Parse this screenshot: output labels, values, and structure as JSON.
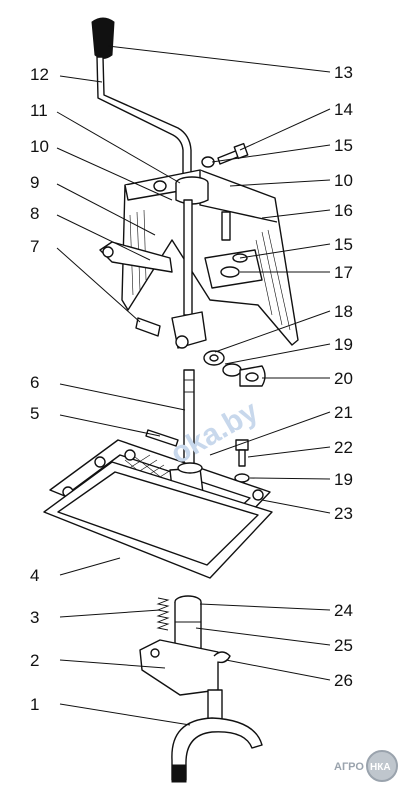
{
  "diagram": {
    "callouts": [
      {
        "id": "13",
        "text": "13"
      },
      {
        "id": "12",
        "text": "12"
      },
      {
        "id": "14",
        "text": "14"
      },
      {
        "id": "11",
        "text": "11"
      },
      {
        "id": "15a",
        "text": "15"
      },
      {
        "id": "10l",
        "text": "10"
      },
      {
        "id": "10r",
        "text": "10"
      },
      {
        "id": "9",
        "text": "9"
      },
      {
        "id": "16",
        "text": "16"
      },
      {
        "id": "8",
        "text": "8"
      },
      {
        "id": "15b",
        "text": "15"
      },
      {
        "id": "7",
        "text": "7"
      },
      {
        "id": "17",
        "text": "17"
      },
      {
        "id": "18",
        "text": "18"
      },
      {
        "id": "19a",
        "text": "19"
      },
      {
        "id": "6",
        "text": "6"
      },
      {
        "id": "20",
        "text": "20"
      },
      {
        "id": "5",
        "text": "5"
      },
      {
        "id": "21",
        "text": "21"
      },
      {
        "id": "22",
        "text": "22"
      },
      {
        "id": "19b",
        "text": "19"
      },
      {
        "id": "23",
        "text": "23"
      },
      {
        "id": "4",
        "text": "4"
      },
      {
        "id": "3",
        "text": "3"
      },
      {
        "id": "24",
        "text": "24"
      },
      {
        "id": "25",
        "text": "25"
      },
      {
        "id": "2",
        "text": "2"
      },
      {
        "id": "26",
        "text": "26"
      },
      {
        "id": "1",
        "text": "1"
      }
    ],
    "watermark": "oka.by",
    "logo": {
      "text_left": "АГРО",
      "text_right": "НКА",
      "colors": {
        "ring": "#9aa3ad",
        "fill": "#bfc6cd"
      }
    }
  }
}
